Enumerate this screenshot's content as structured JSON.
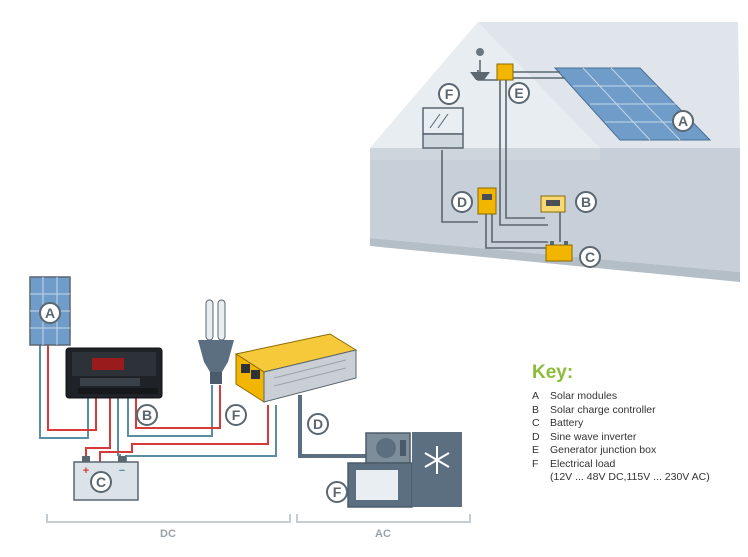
{
  "badges": {
    "house": [
      "A",
      "B",
      "C",
      "D",
      "E",
      "F"
    ],
    "bottom": [
      "A",
      "B",
      "C",
      "D",
      "F",
      "F"
    ]
  },
  "key": {
    "title": "Key:",
    "items": [
      {
        "letter": "A",
        "text": "Solar modules"
      },
      {
        "letter": "B",
        "text": "Solar charge controller"
      },
      {
        "letter": "C",
        "text": "Battery"
      },
      {
        "letter": "D",
        "text": "Sine wave inverter"
      },
      {
        "letter": "E",
        "text": "Generator junction box"
      },
      {
        "letter": "F",
        "text": "Electrical load"
      }
    ],
    "continuation": "(12V ... 48V DC,115V ... 230V AC)"
  },
  "sections": {
    "dc": "DC",
    "ac": "AC"
  },
  "colors": {
    "house_wall": "#c9d2d9",
    "house_roof": "#d9e0e6",
    "solar_panel": "#6f9cc9",
    "wire_red": "#d83a3a",
    "wire_blue": "#5a8ea0",
    "inverter_yellow": "#f2b500",
    "key_title": "#8bbd3a",
    "freezer": "#5c6f80"
  }
}
